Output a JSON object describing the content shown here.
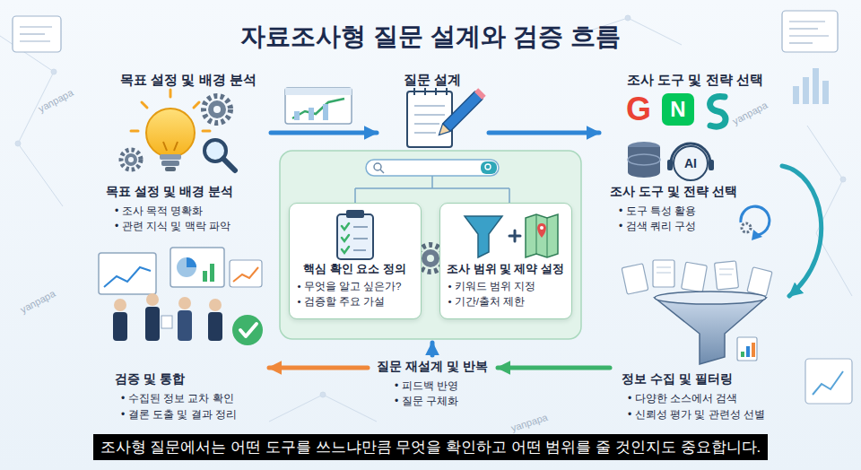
{
  "diagram": {
    "title": "자료조사형 질문 설계와 검증 흐름",
    "caption": "조사형 질문에서는 어떤 도구를 쓰느냐만큼 무엇을 확인하고 어떤 범위를 줄 것인지도 중요합니다.",
    "nodes": [
      {
        "text": [
          "목표 설정 및 배경 분석",
          "목표 설정 및 배경 분석",
          "• 조사 목적 명확화",
          "• 관련 지식 및 맥락 파악"
        ]
      },
      {
        "text": [
          "질문 설계"
        ]
      },
      {
        "text": [
          "핵심 확인 요소 정의",
          "• 무엇을 알고 싶은가?",
          "• 검증할 주요 가설"
        ]
      },
      {
        "text": [
          "조사 범위 및 제약 설정",
          "• 키워드 범위 지정",
          "• 기간/출처 제한"
        ]
      },
      {
        "text": [
          "조사 도구 및 전략 선택",
          "조사 도구 및 전략 선택",
          "• 도구 특성 활용",
          "• 검색 쿼리 구성"
        ]
      },
      {
        "text": [
          "정보 수집 및 필터링",
          "• 다양한 소스에서 검색",
          "• 신뢰성 평가 및 관련성 선별"
        ]
      },
      {
        "text": [
          "질문 재설계 및 반복",
          "• 피드백 반영",
          "• 질문 구체화"
        ]
      },
      {
        "text": [
          "검증 및 통합",
          "• 수집된 정보 교차 확인",
          "• 결론 도출 및 결과 정리"
        ]
      }
    ],
    "edges": [
      {
        "from": 0,
        "to": 1,
        "arrow": "to"
      },
      {
        "from": 1,
        "to": 4,
        "arrow": "to"
      },
      {
        "from": 4,
        "to": 5,
        "arrow": "to"
      },
      {
        "from": 5,
        "to": 6,
        "arrow": "to"
      },
      {
        "from": 6,
        "to": 7,
        "arrow": "to"
      }
    ],
    "labels": [
      "yanpapa",
      "yanpapa",
      "yanpapa",
      "yanpapa",
      "G",
      "N",
      "AI"
    ]
  }
}
